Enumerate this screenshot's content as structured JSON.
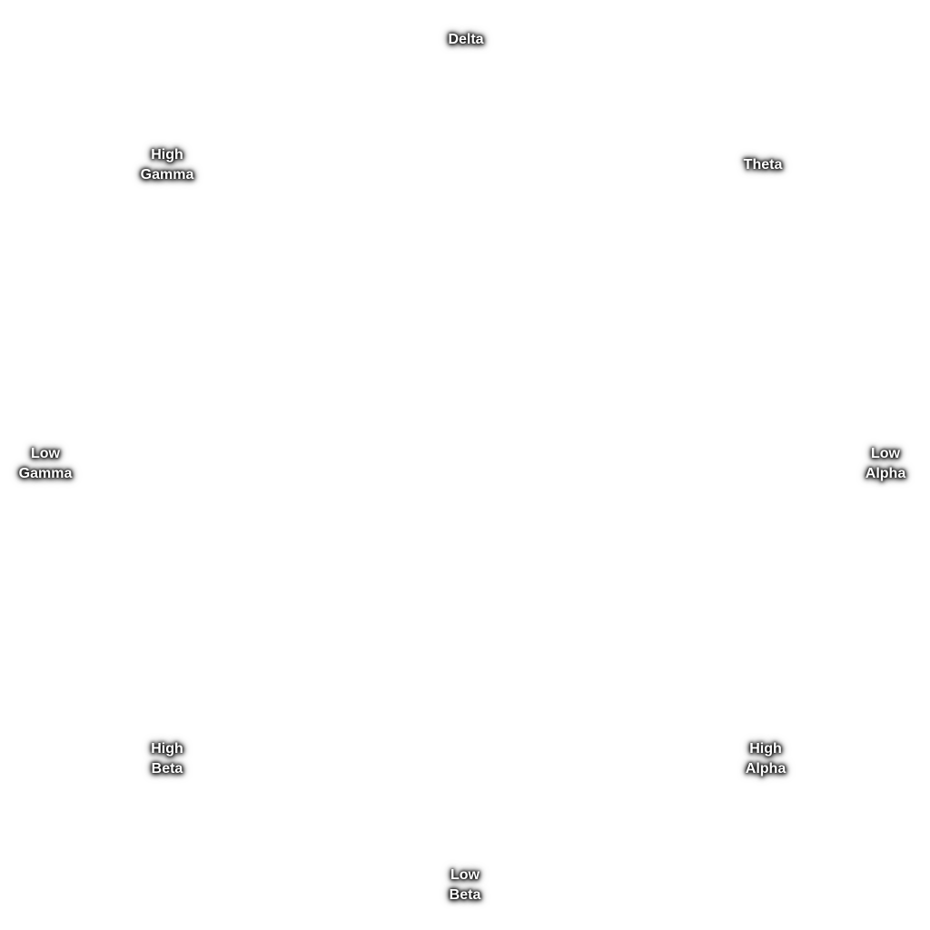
{
  "bands": {
    "delta": {
      "line1": "Delta"
    },
    "theta": {
      "line1": "Theta"
    },
    "low_alpha": {
      "line1": "Low",
      "line2": "Alpha"
    },
    "high_alpha": {
      "line1": "High",
      "line2": "Alpha"
    },
    "low_beta": {
      "line1": "Low",
      "line2": "Beta"
    },
    "high_beta": {
      "line1": "High",
      "line2": "Beta"
    },
    "low_gamma": {
      "line1": "Low",
      "line2": "Gamma"
    },
    "high_gamma": {
      "line1": "High",
      "line2": "Gamma"
    }
  },
  "colors": {
    "background": "#ffffff",
    "label_text": "#ffffff",
    "label_glow": "#000000"
  }
}
